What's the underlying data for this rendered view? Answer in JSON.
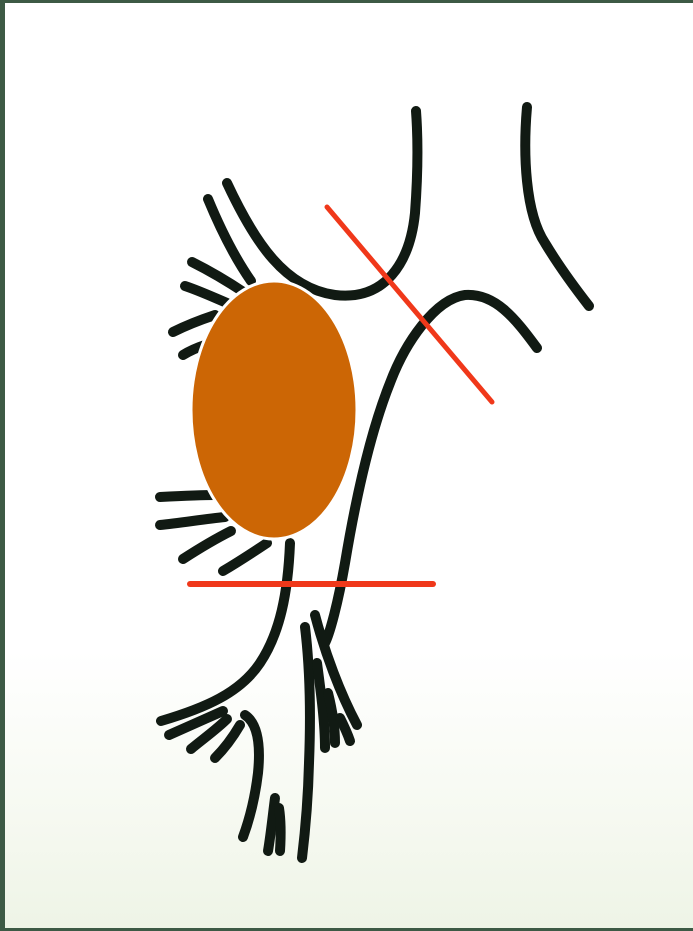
{
  "diagram": {
    "colors": {
      "background": "#ffffff",
      "border": "#3d5a45",
      "vessel_stroke": "#111a13",
      "mass_fill": "#cc6605",
      "mass_outline": "#ffffff",
      "cut_line": "#f0381a"
    },
    "elements": [
      "vessel-branches",
      "mass",
      "oblique-cut-line",
      "horizontal-cut-line"
    ]
  }
}
